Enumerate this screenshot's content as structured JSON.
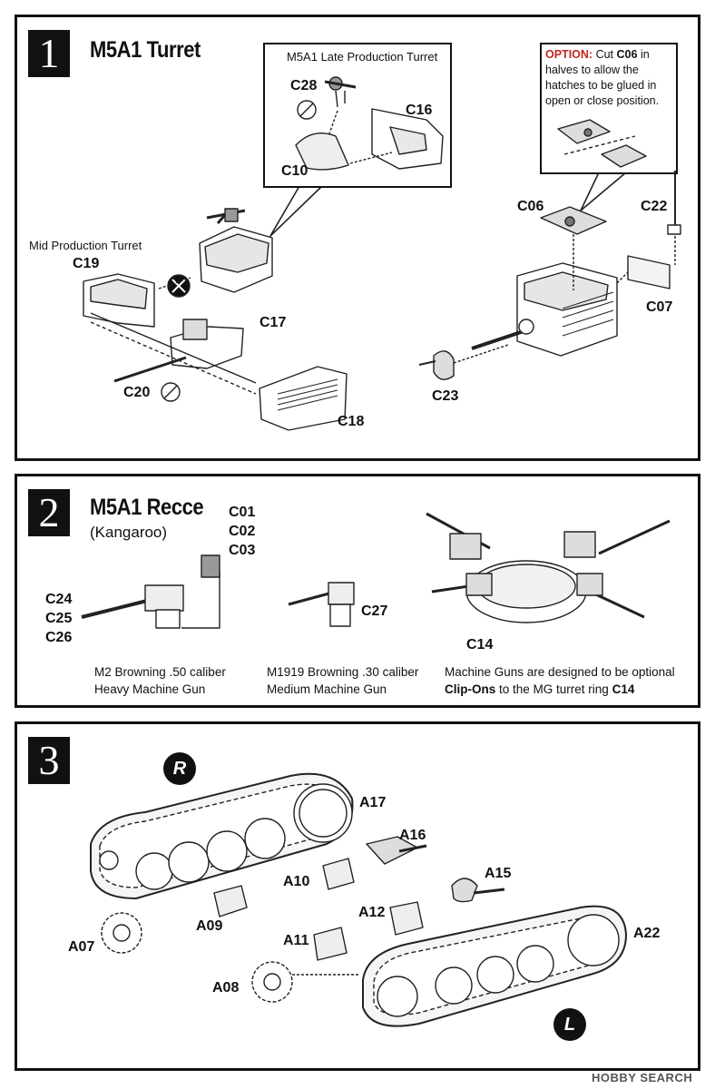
{
  "step1": {
    "number": "1",
    "title": "M5A1 Turret",
    "late_caption": "M5A1 Late Production Turret",
    "mid_caption": "Mid Production Turret",
    "option_word": "OPTION:",
    "option_pre": "Cut",
    "option_part": "C06",
    "option_rest": "in halves to allow the hatches to be glued in open or close position.",
    "labels": {
      "c28": "C28",
      "c16": "C16",
      "c10": "C10",
      "c19": "C19",
      "c17": "C17",
      "c20": "C20",
      "c18": "C18",
      "c06": "C06",
      "c22": "C22",
      "c07": "C07",
      "c23": "C23"
    }
  },
  "step2": {
    "number": "2",
    "title": "M5A1 Recce",
    "subtitle": "(Kangaroo)",
    "labels": {
      "c01": "C01",
      "c02": "C02",
      "c03": "C03",
      "c24": "C24",
      "c25": "C25",
      "c26": "C26",
      "c27": "C27",
      "c14": "C14"
    },
    "m2_line1": "M2 Browning .50 caliber",
    "m2_line2": "Heavy Machine Gun",
    "m1919_line1": "M1919 Browning .30 caliber",
    "m1919_line2": "Medium Machine Gun",
    "note_line1": "Machine Guns are designed to be optional",
    "note_bold": "Clip-Ons",
    "note_rest": "to the MG turret ring",
    "note_part": "C14"
  },
  "step3": {
    "number": "3",
    "right_badge": "R",
    "left_badge": "L",
    "labels": {
      "a17": "A17",
      "a16": "A16",
      "a10": "A10",
      "a15": "A15",
      "a12": "A12",
      "a22": "A22",
      "a11": "A11",
      "a09": "A09",
      "a07": "A07",
      "a08": "A08"
    }
  },
  "watermark": "HOBBY SEARCH"
}
